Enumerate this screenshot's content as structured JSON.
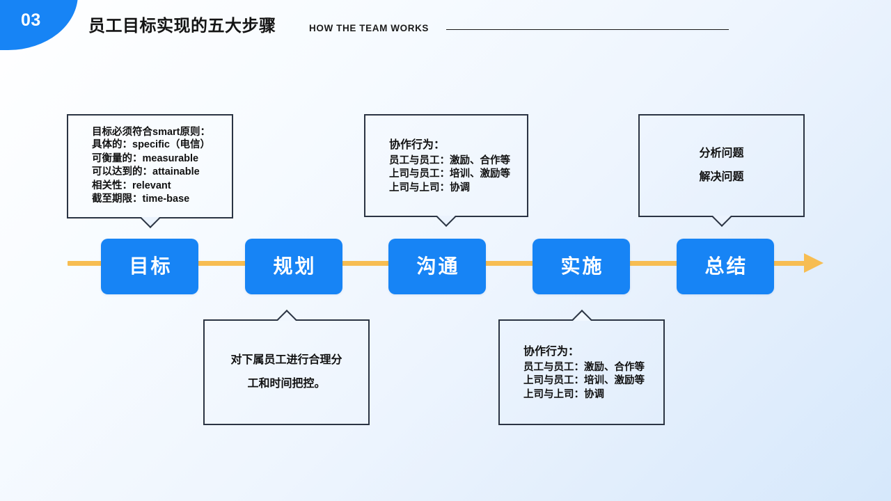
{
  "header": {
    "number": "03",
    "title_cn": "员工目标实现的五大步骤",
    "title_en": "HOW THE TEAM WORKS"
  },
  "colors": {
    "accent_blue": "#1784f5",
    "track_yellow": "#f7bd52",
    "border_navy": "#2b3443",
    "text_dark": "#111111",
    "bg_light": "#ffffff",
    "bg_blue": "#d6e8fb"
  },
  "steps": [
    {
      "label": "目标"
    },
    {
      "label": "规划"
    },
    {
      "label": "沟通"
    },
    {
      "label": "实施"
    },
    {
      "label": "总结"
    }
  ],
  "callouts": {
    "goal": {
      "position": "above-step-0",
      "lines": [
        "目标必须符合smart原则：",
        "具体的：specific（电信）",
        "可衡量的：measurable",
        "可以达到的：attainable",
        "相关性：relevant",
        "截至期限：time-base"
      ]
    },
    "plan": {
      "position": "below-step-1",
      "lines": [
        "对下属员工进行合理分",
        "工和时间把控。"
      ]
    },
    "communication": {
      "position": "above-step-2",
      "heading": "协作行为：",
      "lines": [
        "员工与员工：激励、合作等",
        "上司与员工：培训、激励等",
        "上司与上司：协调"
      ]
    },
    "implementation": {
      "position": "below-step-3",
      "heading": "协作行为：",
      "lines": [
        "员工与员工：激励、合作等",
        "上司与员工：培训、激励等",
        "上司与上司：协调"
      ]
    },
    "summary": {
      "position": "above-step-4",
      "lines": [
        "分析问题",
        "解决问题"
      ]
    }
  }
}
